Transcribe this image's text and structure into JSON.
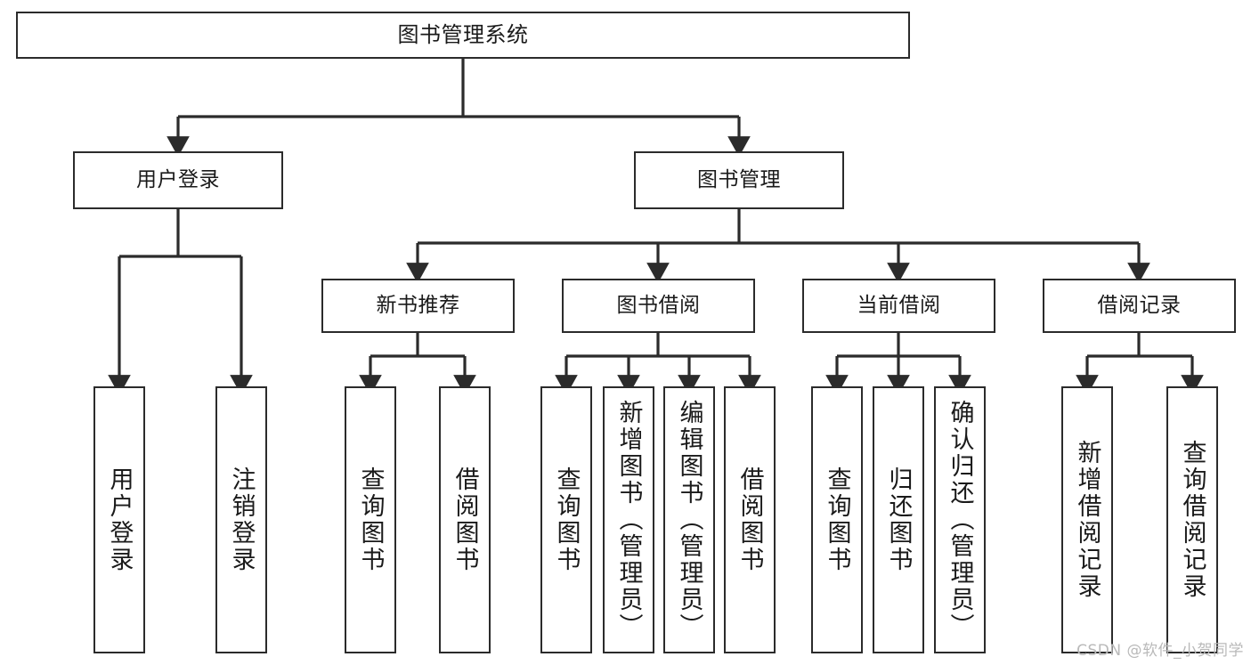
{
  "diagram": {
    "title": "图书管理系统",
    "type": "tree",
    "colors": {
      "box_border": "#2b2b2b",
      "box_fill": "#ffffff",
      "edge": "#2b2b2b",
      "text": "#1a1a1a",
      "watermark": "#b9b9b9"
    },
    "watermark": "CSDN @软件_小贺同学",
    "nodes": {
      "root": {
        "label": "图书管理系统",
        "level": 1,
        "orientation": "horizontal"
      },
      "n_user_login": {
        "label": "用户登录",
        "level": 2,
        "orientation": "horizontal"
      },
      "n_book_mgmt": {
        "label": "图书管理",
        "level": 2,
        "orientation": "horizontal"
      },
      "n_new_book_rec": {
        "label": "新书推荐",
        "level": 3,
        "orientation": "horizontal"
      },
      "n_book_borrow": {
        "label": "图书借阅",
        "level": 3,
        "orientation": "horizontal"
      },
      "n_current_borrow": {
        "label": "当前借阅",
        "level": 3,
        "orientation": "horizontal"
      },
      "n_borrow_record": {
        "label": "借阅记录",
        "level": 3,
        "orientation": "horizontal"
      },
      "l_user_login": {
        "label": "用户登录",
        "level": 4,
        "orientation": "vertical"
      },
      "l_user_logout": {
        "label": "注销登录",
        "level": 4,
        "orientation": "vertical"
      },
      "l_rec_query": {
        "label": "查询图书",
        "level": 4,
        "orientation": "vertical"
      },
      "l_rec_borrow": {
        "label": "借阅图书",
        "level": 4,
        "orientation": "vertical"
      },
      "l_bb_query": {
        "label": "查询图书",
        "level": 4,
        "orientation": "vertical"
      },
      "l_bb_add": {
        "label": "新增图书（管理员）",
        "level": 4,
        "orientation": "vertical"
      },
      "l_bb_edit": {
        "label": "编辑图书（管理员）",
        "level": 4,
        "orientation": "vertical"
      },
      "l_bb_borrow": {
        "label": "借阅图书",
        "level": 4,
        "orientation": "vertical"
      },
      "l_cb_query": {
        "label": "查询图书",
        "level": 4,
        "orientation": "vertical"
      },
      "l_cb_return": {
        "label": "归还图书",
        "level": 4,
        "orientation": "vertical"
      },
      "l_cb_confirm": {
        "label": "确认归还（管理员）",
        "level": 4,
        "orientation": "vertical"
      },
      "l_br_add": {
        "label": "新增借阅记录",
        "level": 4,
        "orientation": "vertical"
      },
      "l_br_query": {
        "label": "查询借阅记录",
        "level": 4,
        "orientation": "vertical"
      }
    },
    "edges": [
      {
        "from": "root",
        "to": "n_user_login"
      },
      {
        "from": "root",
        "to": "n_book_mgmt"
      },
      {
        "from": "n_user_login",
        "to": "l_user_login"
      },
      {
        "from": "n_user_login",
        "to": "l_user_logout"
      },
      {
        "from": "n_book_mgmt",
        "to": "n_new_book_rec"
      },
      {
        "from": "n_book_mgmt",
        "to": "n_book_borrow"
      },
      {
        "from": "n_book_mgmt",
        "to": "n_current_borrow"
      },
      {
        "from": "n_book_mgmt",
        "to": "n_borrow_record"
      },
      {
        "from": "n_new_book_rec",
        "to": "l_rec_query"
      },
      {
        "from": "n_new_book_rec",
        "to": "l_rec_borrow"
      },
      {
        "from": "n_book_borrow",
        "to": "l_bb_query"
      },
      {
        "from": "n_book_borrow",
        "to": "l_bb_add"
      },
      {
        "from": "n_book_borrow",
        "to": "l_bb_edit"
      },
      {
        "from": "n_book_borrow",
        "to": "l_bb_borrow"
      },
      {
        "from": "n_current_borrow",
        "to": "l_cb_query"
      },
      {
        "from": "n_current_borrow",
        "to": "l_cb_return"
      },
      {
        "from": "n_current_borrow",
        "to": "l_cb_confirm"
      },
      {
        "from": "n_borrow_record",
        "to": "l_br_add"
      },
      {
        "from": "n_borrow_record",
        "to": "l_br_query"
      }
    ]
  }
}
